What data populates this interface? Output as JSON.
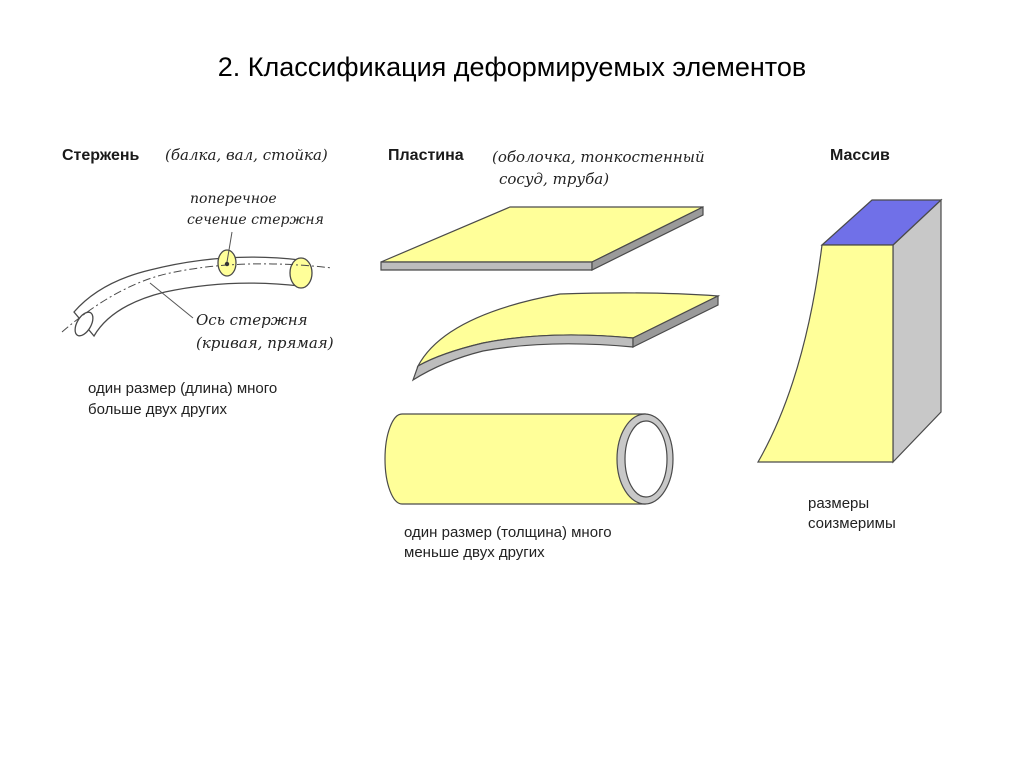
{
  "title": "2. Классификация деформируемых элементов",
  "rod": {
    "heading": "Стержень",
    "examples": "(балка, вал, стойка)",
    "cross_section_label_1": "поперечное",
    "cross_section_label_2": "сечение стержня",
    "axis_label_1": "Ось стержня",
    "axis_label_2": "(кривая, прямая)",
    "description_1": "один размер (длина) много",
    "description_2": "больше двух других"
  },
  "plate": {
    "heading": "Пластина",
    "examples_1": "(оболочка, тонкостенный",
    "examples_2": "сосуд, труба)",
    "description_1": "один размер (толщина) много",
    "description_2": "меньше двух других"
  },
  "massive": {
    "heading": "Массив",
    "description_1": "размеры",
    "description_2": "соизмеримы"
  },
  "colors": {
    "fill_yellow": "#ffff99",
    "fill_blue": "#7070e8",
    "fill_gray": "#c8c8c8",
    "stroke": "#4a4a4a"
  }
}
